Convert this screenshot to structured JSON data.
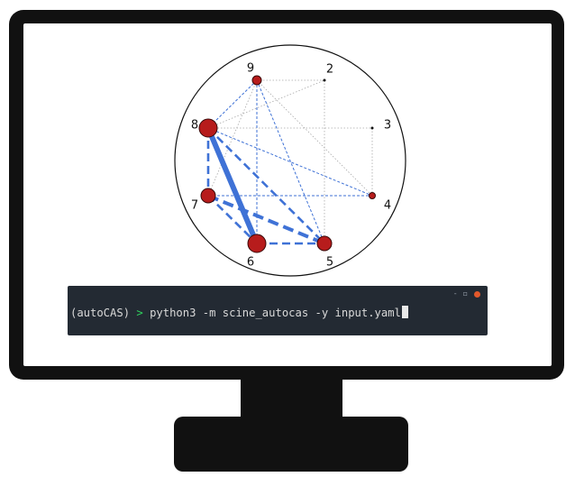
{
  "diagram": {
    "nodes": [
      {
        "label": "9",
        "size": 3
      },
      {
        "label": "2",
        "size": 1
      },
      {
        "label": "3",
        "size": 1
      },
      {
        "label": "4",
        "size": 2
      },
      {
        "label": "5",
        "size": 4
      },
      {
        "label": "6",
        "size": 5
      },
      {
        "label": "7",
        "size": 4
      },
      {
        "label": "8",
        "size": 5
      }
    ],
    "edges": [
      {
        "from": "8",
        "to": "6",
        "strength": 5
      },
      {
        "from": "7",
        "to": "5",
        "strength": 4
      },
      {
        "from": "8",
        "to": "7",
        "strength": 3
      },
      {
        "from": "7",
        "to": "6",
        "strength": 3
      },
      {
        "from": "6",
        "to": "5",
        "strength": 3
      },
      {
        "from": "8",
        "to": "5",
        "strength": 3
      },
      {
        "from": "8",
        "to": "4",
        "strength": 2
      },
      {
        "from": "9",
        "to": "6",
        "strength": 2
      },
      {
        "from": "9",
        "to": "8",
        "strength": 2
      },
      {
        "from": "9",
        "to": "5",
        "strength": 2
      },
      {
        "from": "7",
        "to": "4",
        "strength": 2
      },
      {
        "from": "8",
        "to": "2",
        "strength": 1
      },
      {
        "from": "2",
        "to": "5",
        "strength": 1
      },
      {
        "from": "3",
        "to": "4",
        "strength": 1
      },
      {
        "from": "8",
        "to": "3",
        "strength": 1
      },
      {
        "from": "9",
        "to": "2",
        "strength": 1
      },
      {
        "from": "9",
        "to": "4",
        "strength": 1
      },
      {
        "from": "9",
        "to": "7",
        "strength": 1
      }
    ],
    "colors": {
      "node_fill": "#b71c1c",
      "node_stroke": "#3a0a0a",
      "edge": "#3f72d6",
      "weak_edge": "#a9a9a9"
    }
  },
  "terminal": {
    "env": "(autoCAS)",
    "arrow": ">",
    "command": " python3 -m scine_autocas -y input.yaml",
    "controls": {
      "minimize": "-",
      "maximize": "▫"
    }
  }
}
